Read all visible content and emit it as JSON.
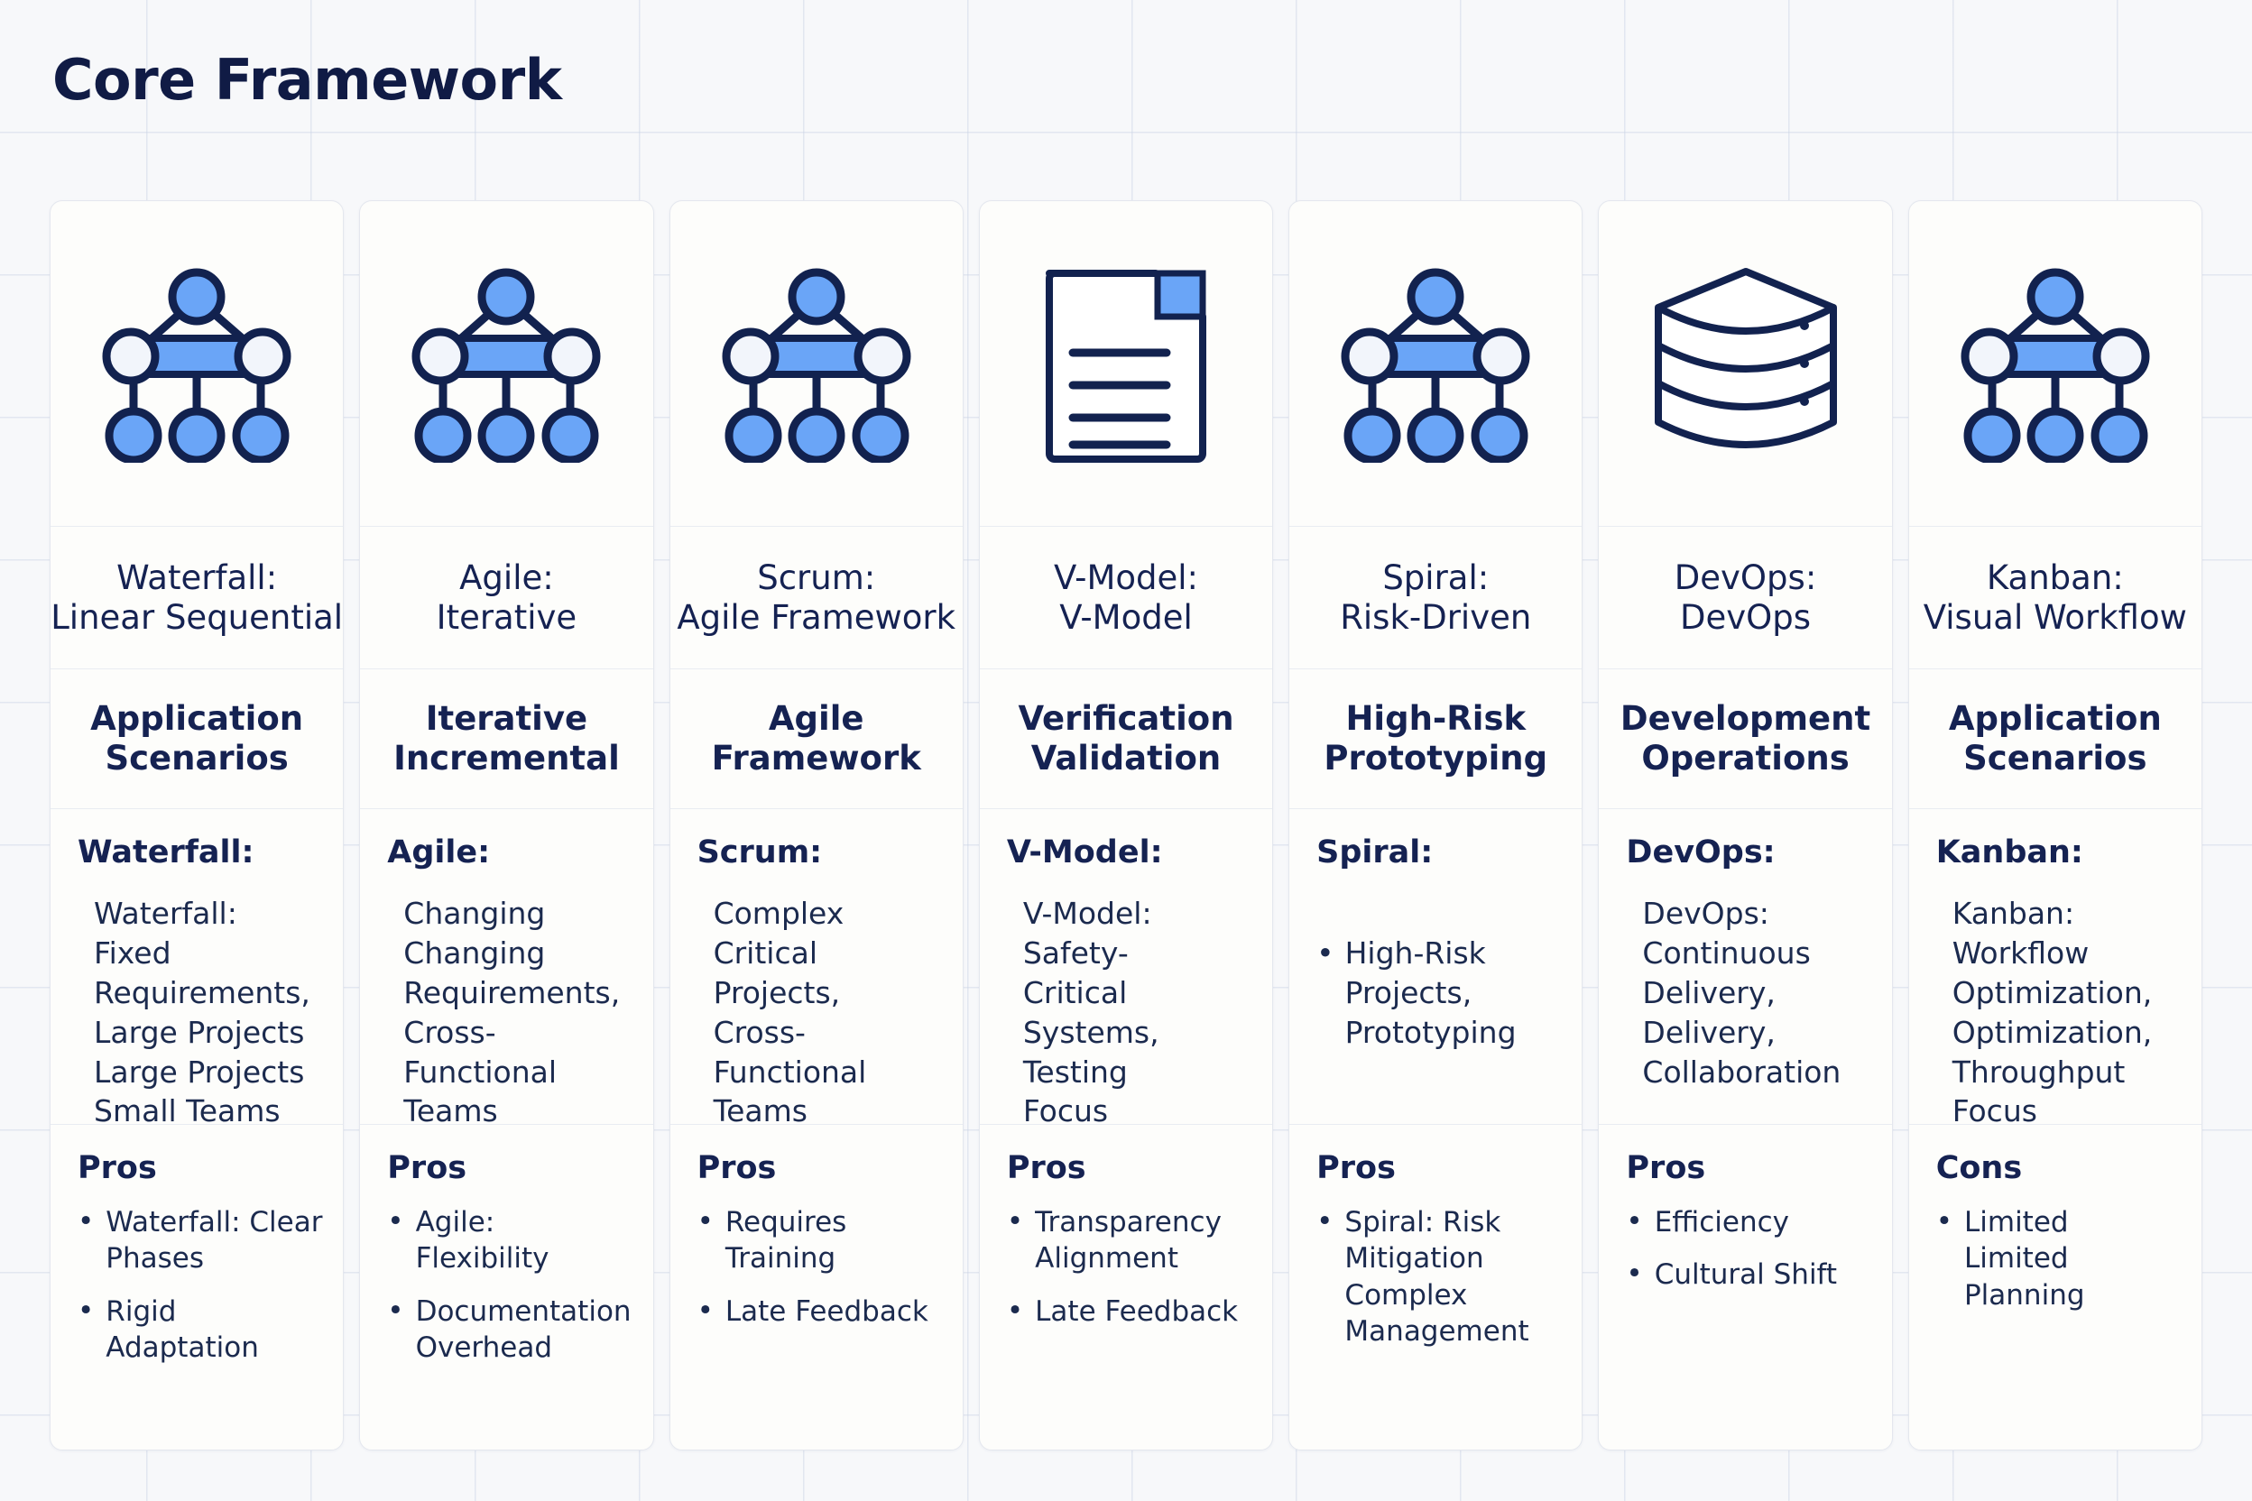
{
  "page": {
    "title": "Core Framework",
    "background_color": "#f7f8fa",
    "text_color": "#152252",
    "accent_color": "#5b9bf8",
    "card_background": "#fdfdfb"
  },
  "cards": [
    {
      "icon": "hierarchy-icon",
      "title_line1": "Waterfall:",
      "title_line2": "Linear Sequential",
      "subtitle_line1": "Application",
      "subtitle_line2": "Scenarios",
      "body_heading": "Waterfall:",
      "body_text": "Waterfall:\nFixed\nRequirements,\nLarge Projects\nLarge Projects\nSmall Teams",
      "body_bulleted": false,
      "pros_heading": "Pros",
      "pros_items": [
        "Waterfall: Clear Phases",
        "Rigid Adaptation"
      ]
    },
    {
      "icon": "hierarchy-icon",
      "title_line1": "Agile:",
      "title_line2": "Iterative",
      "subtitle_line1": "Iterative",
      "subtitle_line2": "Incremental",
      "body_heading": "Agile:",
      "body_text": "Changing\nChanging\nRequirements,\nCross-\nFunctional\nTeams",
      "body_bulleted": false,
      "pros_heading": "Pros",
      "pros_items": [
        "Agile: Flexibility",
        "Documentation Overhead"
      ]
    },
    {
      "icon": "hierarchy-icon",
      "title_line1": "Scrum:",
      "title_line2": "Agile Framework",
      "subtitle_line1": "Agile",
      "subtitle_line2": "Framework",
      "body_heading": "Scrum:",
      "body_text": "Complex\nCritical\nProjects,\nCross-\nFunctional\nTeams",
      "body_bulleted": false,
      "pros_heading": "Pros",
      "pros_items": [
        "Requires Training",
        "Late Feedback"
      ]
    },
    {
      "icon": "document-icon",
      "title_line1": "V-Model:",
      "title_line2": "V-Model",
      "subtitle_line1": "Verification",
      "subtitle_line2": "Validation",
      "body_heading": "V-Model:",
      "body_text": "V-Model:\nSafety-\nCritical\nSystems,\nTesting\nFocus",
      "body_bulleted": false,
      "pros_heading": "Pros",
      "pros_items": [
        "Transparency Alignment",
        "Late Feedback"
      ]
    },
    {
      "icon": "hierarchy-icon",
      "title_line1": "Spiral:",
      "title_line2": "Risk-Driven",
      "subtitle_line1": "High-Risk",
      "subtitle_line2": "Prototyping",
      "body_heading": "Spiral:",
      "body_text": "High-Risk\nProjects,\nPrototyping",
      "body_bulleted": true,
      "pros_heading": "Pros",
      "pros_items": [
        "Spiral: Risk Mitigation Complex Management"
      ]
    },
    {
      "icon": "database-icon",
      "title_line1": "DevOps:",
      "title_line2": "DevOps",
      "subtitle_line1": "Development",
      "subtitle_line2": "Operations",
      "body_heading": "DevOps:",
      "body_text": "DevOps:\nContinuous\nDelivery,\nDelivery,\nCollaboration",
      "body_bulleted": false,
      "pros_heading": "Pros",
      "pros_items": [
        "Efficiency",
        "Cultural Shift"
      ]
    },
    {
      "icon": "hierarchy-icon",
      "title_line1": "Kanban:",
      "title_line2": "Visual Workflow",
      "subtitle_line1": "Application",
      "subtitle_line2": "Scenarios",
      "body_heading": "Kanban:",
      "body_text": "Kanban:\nWorkflow\nOptimization,\nOptimization,\nThroughput\nFocus",
      "body_bulleted": false,
      "pros_heading": "Cons",
      "pros_items": [
        "Limited Limited Planning"
      ]
    }
  ]
}
